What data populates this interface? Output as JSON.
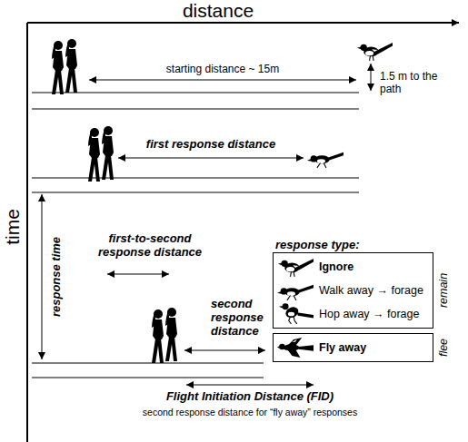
{
  "diagram": {
    "nodes": [
      {
        "text": [
          "response type:",
          "Ignore",
          "Walk away → forage",
          "Hop away → forage",
          "remain"
        ]
      },
      {
        "text": [
          "Fly away",
          "flee"
        ]
      }
    ],
    "labels": [
      "distance",
      "time",
      "starting distance ~ 15m",
      "1.5 m to the path",
      "first response distance",
      "response time",
      "first-to-second response distance",
      "second response distance",
      "Flight Initiation Distance (FID)",
      "second response distance for “fly away” responses"
    ]
  }
}
